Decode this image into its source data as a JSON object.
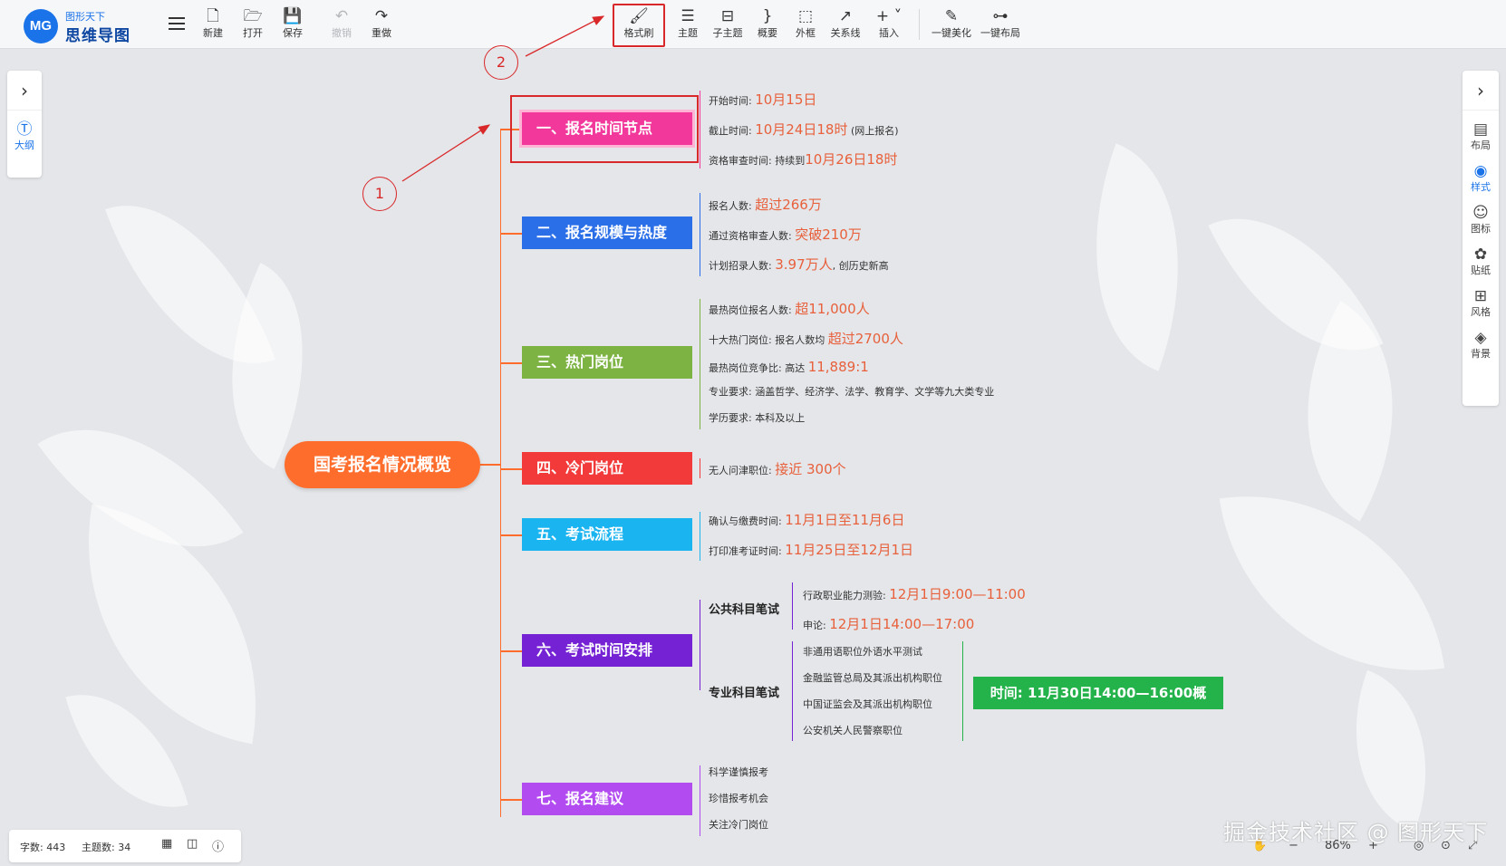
{
  "app": {
    "logo_text": "MG",
    "logo_sub": "图形天下",
    "logo_main": "思维导图"
  },
  "toolbar": {
    "new": "新建",
    "open": "打开",
    "save": "保存",
    "undo": "撤销",
    "redo": "重做",
    "format_painter": "格式刷",
    "topic": "主题",
    "subtopic": "子主题",
    "summary": "概要",
    "boundary": "外框",
    "relation": "关系线",
    "insert": "插入",
    "beautify": "一键美化",
    "layout": "一键布局"
  },
  "left_panel": {
    "outline": "大纲"
  },
  "right_panel": {
    "layout": "布局",
    "style": "样式",
    "icon": "图标",
    "sticker": "贴纸",
    "theme_style": "风格",
    "background": "背景"
  },
  "mindmap": {
    "root": "国考报名情况概览",
    "branches": [
      {
        "label": "一、报名时间节点",
        "color": "#f2389a",
        "leaves": [
          {
            "label": "开始时间:",
            "value": "10月15日",
            "tail": ""
          },
          {
            "label": "截止时间:",
            "value": "10月24日18时",
            "tail": "(网上报名)"
          },
          {
            "label": "资格审查时间: 持续到",
            "value": "10月26日18时",
            "tail": ""
          }
        ]
      },
      {
        "label": "二、报名规模与热度",
        "color": "#2a6ee8",
        "leaves": [
          {
            "label": "报名人数:",
            "value": "超过266万",
            "tail": ""
          },
          {
            "label": "通过资格审查人数:",
            "value": "突破210万",
            "tail": ""
          },
          {
            "label": "计划招录人数:",
            "value": "3.97万人",
            "tail": ", 创历史新高"
          }
        ]
      },
      {
        "label": "三、热门岗位",
        "color": "#7cb342",
        "leaves": [
          {
            "label": "最热岗位报名人数:",
            "value": "超11,000人",
            "tail": ""
          },
          {
            "label": "十大热门岗位: 报名人数均",
            "value": "超过2700人",
            "tail": ""
          },
          {
            "label": "最热岗位竞争比: 高达",
            "value": "11,889:1",
            "tail": ""
          },
          {
            "label": "专业要求: 涵盖哲学、经济学、法学、教育学、文学等九大类专业",
            "value": "",
            "tail": ""
          },
          {
            "label": "学历要求: 本科及以上",
            "value": "",
            "tail": ""
          }
        ]
      },
      {
        "label": "四、冷门岗位",
        "color": "#f23a3a",
        "leaves": [
          {
            "label": "无人问津职位:",
            "value": "接近 300个",
            "tail": ""
          }
        ]
      },
      {
        "label": "五、考试流程",
        "color": "#1ab4f0",
        "leaves": [
          {
            "label": "确认与缴费时间:",
            "value": "11月1日至11月6日",
            "tail": ""
          },
          {
            "label": "打印准考证时间:",
            "value": "11月25日至12月1日",
            "tail": ""
          }
        ]
      },
      {
        "label": "六、考试时间安排",
        "color": "#7422d4",
        "subs": [
          {
            "label": "公共科目笔试",
            "leaves": [
              {
                "label": "行政职业能力测验:",
                "value": "12月1日9:00—11:00"
              },
              {
                "label": "申论:",
                "value": "12月1日14:00—17:00"
              }
            ]
          },
          {
            "label": "专业科目笔试",
            "leaves": [
              {
                "label": "非通用语职位外语水平测试"
              },
              {
                "label": "金融监管总局及其派出机构职位"
              },
              {
                "label": "中国证监会及其派出机构职位"
              },
              {
                "label": "公安机关人民警察职位"
              }
            ],
            "summary": "时间: 11月30日14:00—16:00概"
          }
        ]
      },
      {
        "label": "七、报名建议",
        "color": "#b24bf0",
        "leaves": [
          {
            "label": "科学谨慎报考"
          },
          {
            "label": "珍惜报考机会"
          },
          {
            "label": "关注冷门岗位"
          }
        ]
      }
    ]
  },
  "annotations": {
    "one": "1",
    "two": "2"
  },
  "status": {
    "word_count": "字数: 443",
    "topic_count": "主题数: 34"
  },
  "zoom": {
    "minus": "−",
    "level": "86%",
    "plus": "+"
  },
  "watermark": "掘金技术社区 @ 图形天下"
}
